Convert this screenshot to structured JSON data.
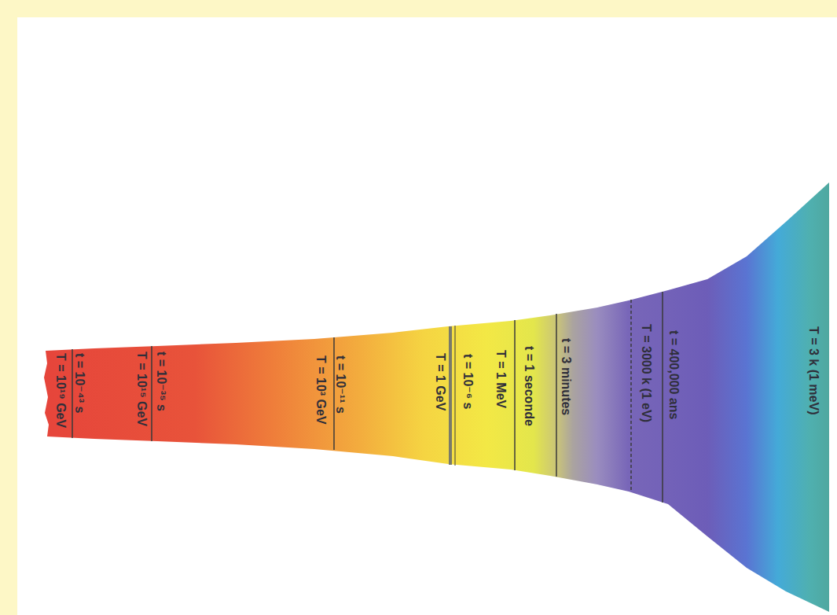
{
  "diagram": {
    "labels": [
      "t = 10⁻⁴³ s",
      "T = 10¹⁹ GeV",
      "t = 10⁻³⁵ s",
      "T = 10¹⁵ GeV",
      "t = 10⁻¹¹ s",
      "T = 10³ GeV",
      "T = 1 GeV",
      "t = 10⁻⁶ s",
      "T = 1 MeV",
      "t = 1 seconde",
      "t = 3 minutes",
      "T = 3000 k (1 eV)",
      "t = 400,000 ans",
      "T = 3 k (1 meV)"
    ]
  }
}
